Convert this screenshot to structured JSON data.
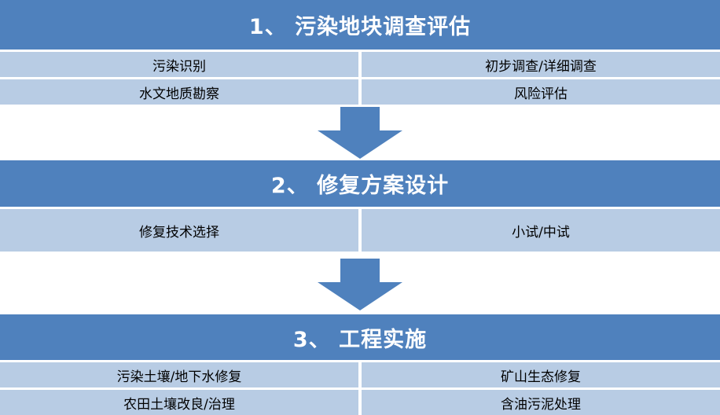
{
  "colors": {
    "stage_header_bg": "#4f81bd",
    "section_bg": "#b8cce4",
    "header_text": "#ffffff",
    "body_text": "#000000",
    "arrow": "#4f81bd"
  },
  "stages": [
    {
      "title": "1、 污染地块调查评估",
      "rows": [
        {
          "left": "污染识别",
          "right": "初步调查/详细调查"
        },
        {
          "left": "水文地质勘察",
          "right": "风险评估"
        }
      ]
    },
    {
      "title": "2、 修复方案设计",
      "rows": [
        {
          "left": "修复技术选择",
          "right": "小试/中试"
        }
      ]
    },
    {
      "title": "3、 工程实施",
      "rows": [
        {
          "left": "污染土壤/地下水修复",
          "right": "矿山生态修复"
        },
        {
          "left": "农田土壤改良/治理",
          "right": "含油污泥处理"
        }
      ]
    }
  ]
}
